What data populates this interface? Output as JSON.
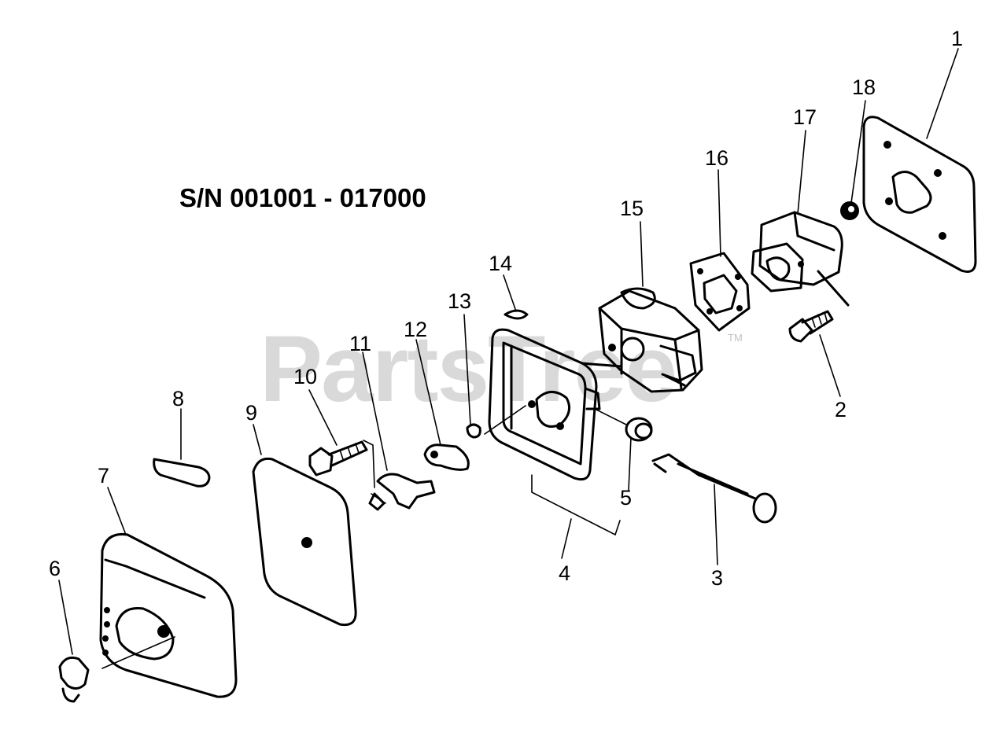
{
  "diagram": {
    "serial_range": "S/N 001001 - 017000",
    "watermark": "PartsTree",
    "watermark_tm": "TM",
    "callouts": [
      "1",
      "2",
      "3",
      "4",
      "5",
      "6",
      "7",
      "8",
      "9",
      "10",
      "11",
      "12",
      "13",
      "14",
      "15",
      "16",
      "17",
      "18"
    ]
  }
}
